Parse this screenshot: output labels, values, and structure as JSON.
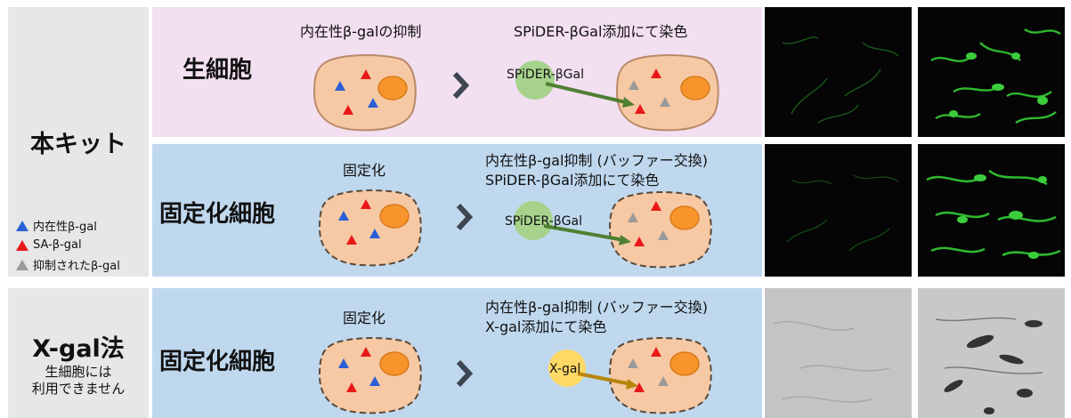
{
  "kit": {
    "title": "本キット",
    "legend": [
      {
        "label": "内在性β-gal",
        "color": "#2a5fd6"
      },
      {
        "label": "SA-β-gal",
        "color": "#e81818"
      },
      {
        "label": "抑制されたβ-gal",
        "color": "#9a9a9a"
      }
    ],
    "rows": [
      {
        "label": "生細胞",
        "step1": "内在性β-galの抑制",
        "step2": [
          "SPiDER-βGal添加にて染色"
        ],
        "probe": "SPiDER-βGal",
        "bg": "#f2dff0",
        "probe_color": "#a6d28c",
        "arrow_color": "#4f7f32"
      },
      {
        "label": "固定化細胞",
        "step1": "固定化",
        "step2": [
          "内在性β-gal抑制 (バッファー交換)",
          "SPiDER-βGal添加にて染色"
        ],
        "probe": "SPiDER-βGal",
        "bg": "#bfd8ee",
        "probe_color": "#a6d28c",
        "arrow_color": "#4f7f32"
      }
    ]
  },
  "xgal": {
    "title": "X-gal法",
    "note_lines": [
      "生細胞には",
      "利用できません"
    ],
    "row": {
      "label": "固定化細胞",
      "step1": "固定化",
      "step2": [
        "内在性β-gal抑制 (バッファー交換)",
        "X-gal添加にて染色"
      ],
      "probe": "X-gal",
      "bg": "#bfd8ee",
      "probe_color": "#ffd966",
      "arrow_color": "#b8860b"
    }
  },
  "colors": {
    "accent_green": "#2eb82e",
    "cell_fill": "#f6c9a4",
    "nucleus": "#f7942b",
    "chevron": "#3d4651"
  }
}
